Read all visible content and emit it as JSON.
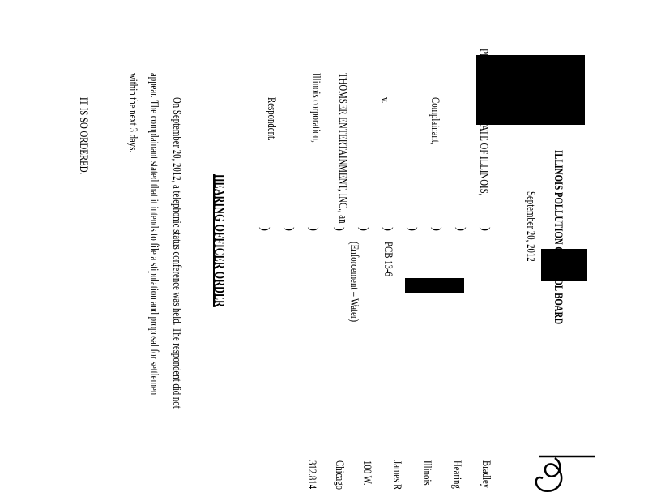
{
  "header": {
    "board": "ILLINOIS POLLUTION CONTROL BOARD",
    "date": "September 20, 2012"
  },
  "caption": {
    "complainant": "PEOPLE OF THE STATE OF ILLINOIS,",
    "complainant_role": "Complainant,",
    "versus": "v.",
    "respondent": "THOMSER ENTERTAINMENT, INC., an",
    "respondent_desc": "Illinois corporation,",
    "respondent_role": "Respondent.",
    "case_number": "PCB 13-6",
    "case_type": "(Enforcement – Water)",
    "paren": ")"
  },
  "title": "HEARING OFFICER ORDER",
  "body": {
    "lines": [
      "On September 20, 2012, a telephonic status conference was held.  The respondent did not",
      "appear.  The complainant stated that it intends to file a stipulation and proposal for settlement",
      "within the next 3 days."
    ],
    "closing": "IT IS SO ORDERED."
  },
  "signature_block": [
    "Bradley",
    "Hearing",
    "Illinois",
    "James R",
    "100 W.",
    "Chicago",
    "312.814"
  ]
}
